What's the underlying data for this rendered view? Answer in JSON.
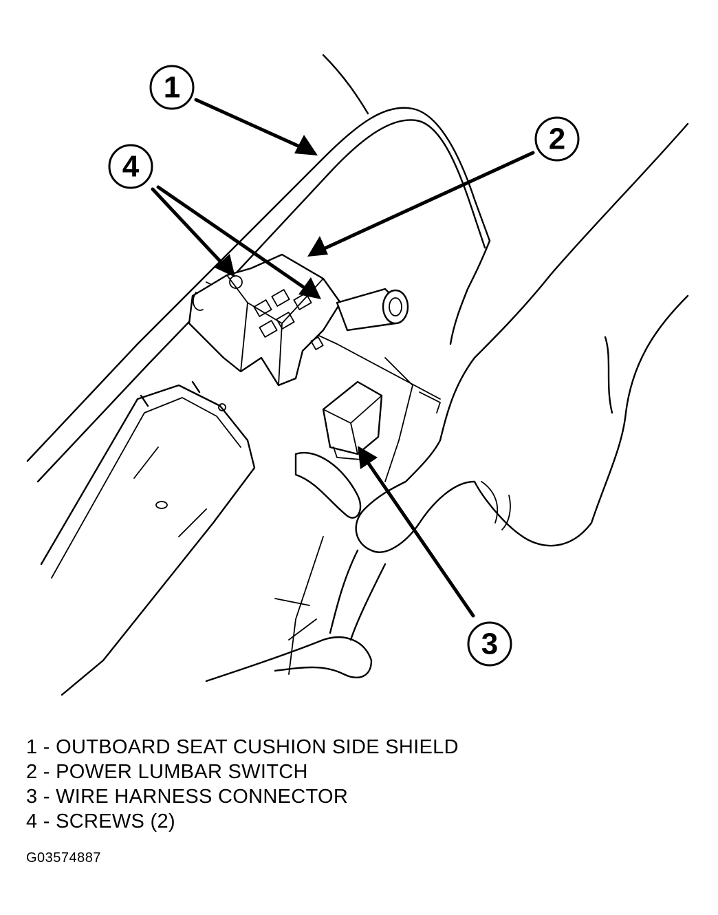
{
  "callouts": [
    {
      "label": "1"
    },
    {
      "label": "2"
    },
    {
      "label": "3"
    },
    {
      "label": "4"
    }
  ],
  "legend": [
    {
      "num": "1",
      "sep": " - ",
      "text": "OUTBOARD SEAT CUSHION SIDE SHIELD"
    },
    {
      "num": "2",
      "sep": " - ",
      "text": "POWER LUMBAR SWITCH"
    },
    {
      "num": "3",
      "sep": " - ",
      "text": "WIRE HARNESS CONNECTOR"
    },
    {
      "num": "4",
      "sep": " - ",
      "text": "SCREWS (2)"
    }
  ],
  "figure_id": "G03574887"
}
